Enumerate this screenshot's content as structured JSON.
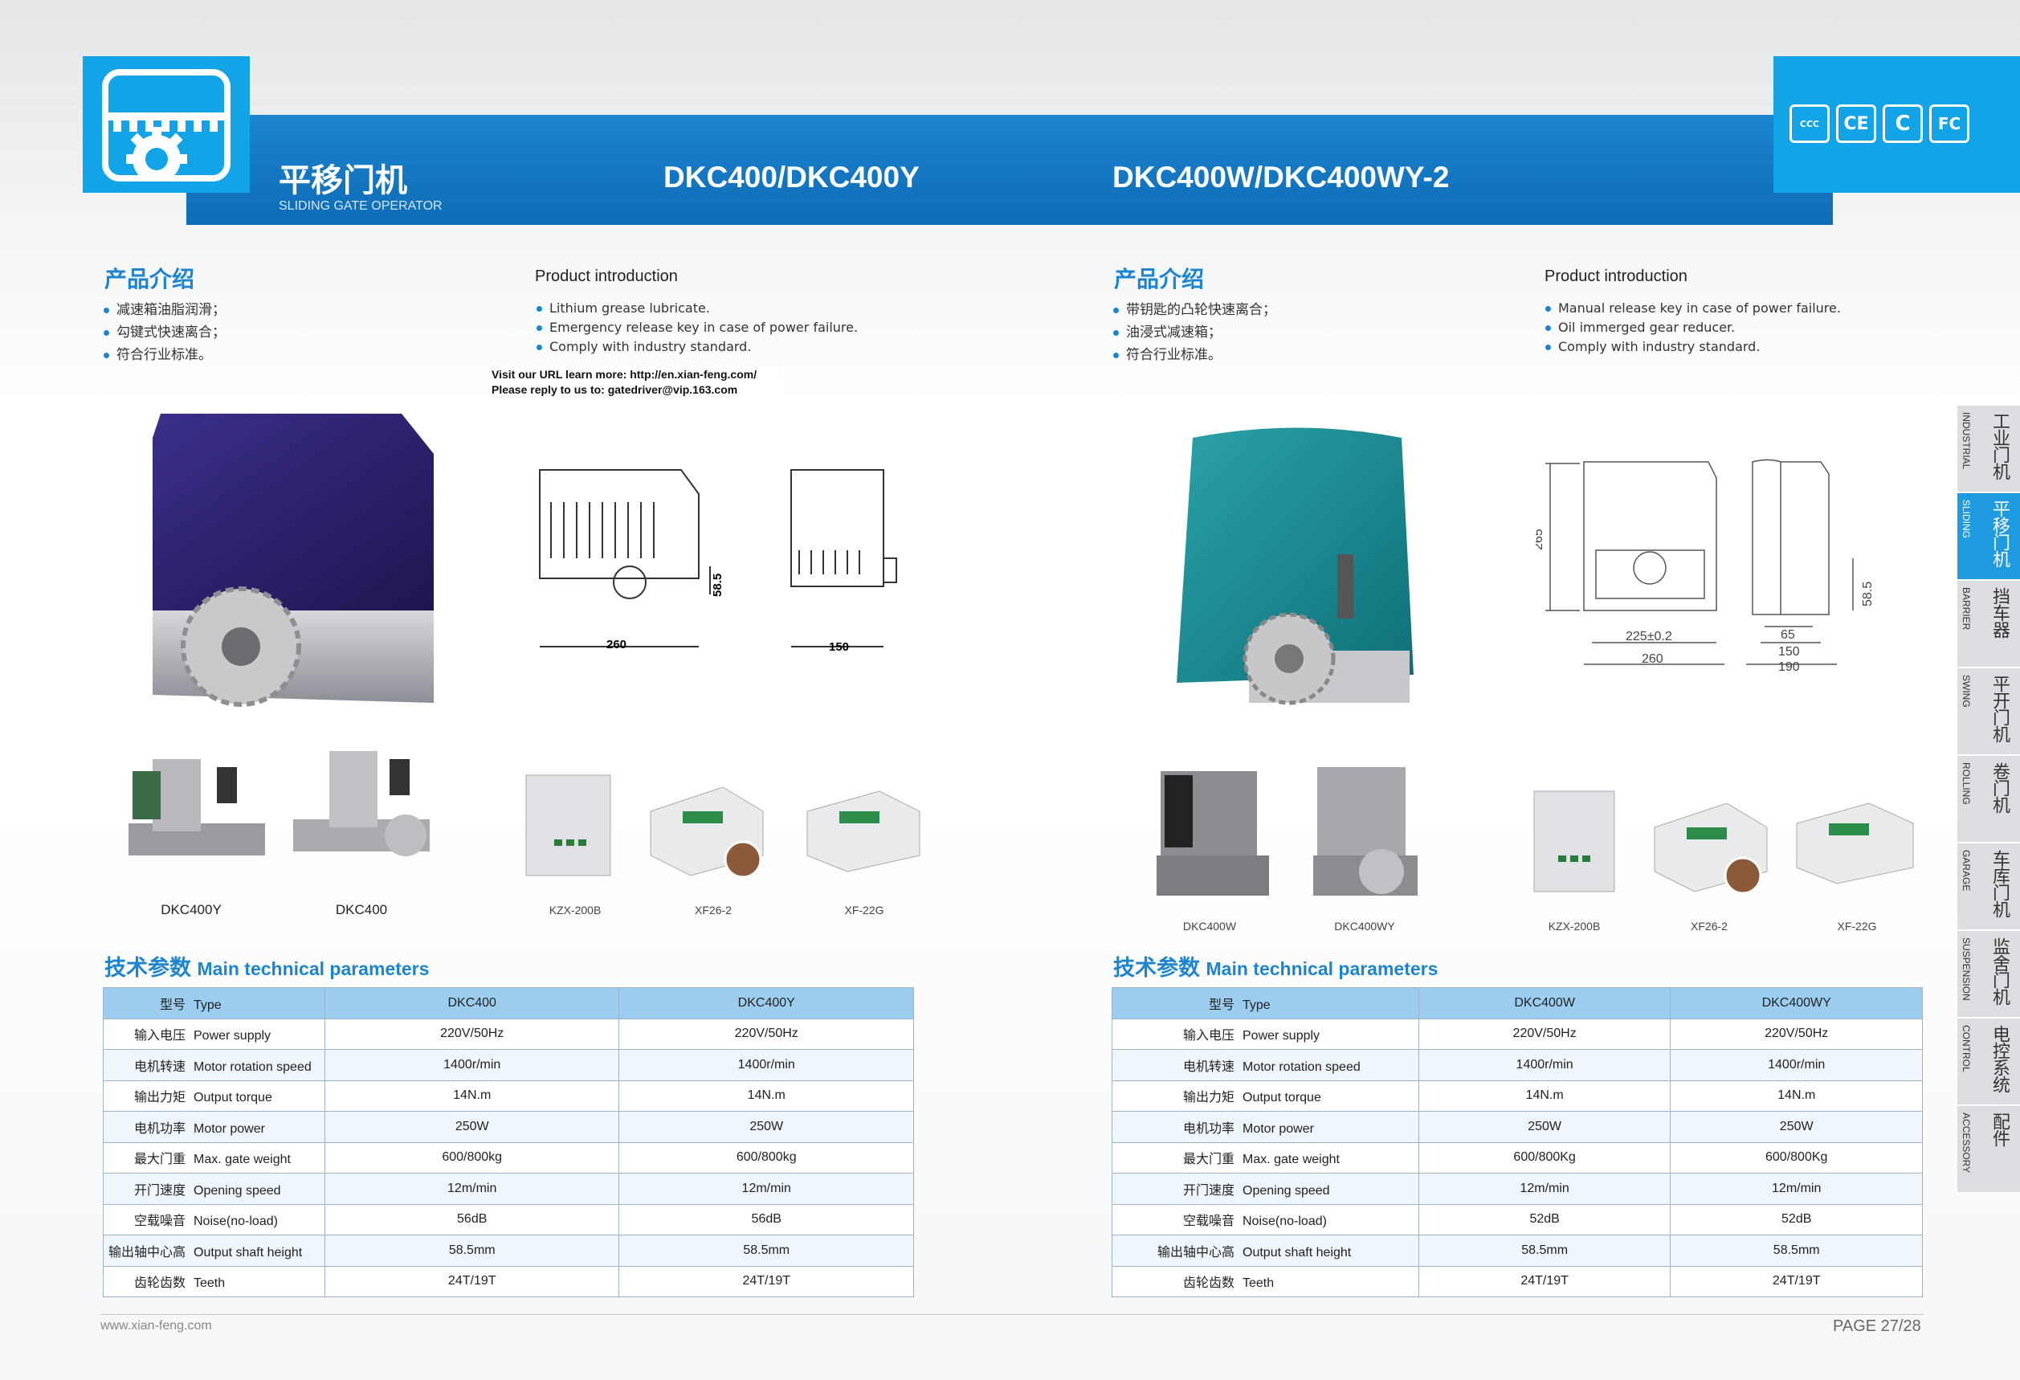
{
  "header": {
    "title_cn": "平移门机",
    "title_en": "SLIDING GATE OPERATOR",
    "model_left": "DKC400/DKC400Y",
    "model_right": "DKC400W/DKC400WY-2",
    "cert_icons": [
      "ccc-icon",
      "ce-icon",
      "c-tick-icon",
      "fc-icon"
    ],
    "accent": "#1b84cf"
  },
  "left": {
    "intro_cn_title": "产品介绍",
    "intro_cn": [
      "减速箱油脂润滑；",
      "勾键式快速离合；",
      "符合行业标准。"
    ],
    "intro_en_title": "Product introduction",
    "intro_en": [
      "Lithium grease lubricate.",
      "Emergency release key in case of power failure.",
      "Comply with industry standard."
    ],
    "visit_line1": "Visit our URL learn more: http://en.xian-feng.com/",
    "visit_line2": "Please reply to us to: gatedriver@vip.163.com",
    "dim_a": "260",
    "dim_b": "150",
    "dim_h": "58.5",
    "captions": {
      "m1": "DKC400Y",
      "m2": "DKC400",
      "c1": "KZX-200B",
      "c2": "XF26-2",
      "c3": "XF-22G"
    }
  },
  "right": {
    "intro_cn_title": "产品介绍",
    "intro_cn": [
      "带钥匙的凸轮快速离合；",
      "油浸式减速箱；",
      "符合行业标准。"
    ],
    "intro_en_title": "Product introduction",
    "intro_en": [
      "Manual release key in case of power failure.",
      "Oil immerged gear reducer.",
      "Comply with industry standard."
    ],
    "dim_265": "265",
    "dim_225": "225±0.2",
    "dim_260": "260",
    "dim_65": "65",
    "dim_150": "150",
    "dim_190": "190",
    "dim_585": "58.5",
    "captions": {
      "m1": "DKC400W",
      "m2": "DKC400WY",
      "c1": "KZX-200B",
      "c2": "XF26-2",
      "c3": "XF-22G"
    }
  },
  "params_title_cn": "技术参数",
  "params_title_en": "Main technical parameters",
  "table_left": {
    "header": {
      "cn": "型号",
      "en": "Type",
      "c1": "DKC400",
      "c2": "DKC400Y"
    },
    "rows": [
      {
        "cn": "输入电压",
        "en": "Power supply",
        "v1": "220V/50Hz",
        "v2": "220V/50Hz"
      },
      {
        "cn": "电机转速",
        "en": "Motor rotation speed",
        "v1": "1400r/min",
        "v2": "1400r/min"
      },
      {
        "cn": "输出力矩",
        "en": "Output torque",
        "v1": "14N.m",
        "v2": "14N.m"
      },
      {
        "cn": "电机功率",
        "en": "Motor power",
        "v1": "250W",
        "v2": "250W"
      },
      {
        "cn": "最大门重",
        "en": "Max. gate weight",
        "v1": "600/800kg",
        "v2": "600/800kg"
      },
      {
        "cn": "开门速度",
        "en": "Opening speed",
        "v1": "12m/min",
        "v2": "12m/min"
      },
      {
        "cn": "空载噪音",
        "en": "Noise(no-load)",
        "v1": "56dB",
        "v2": "56dB"
      },
      {
        "cn": "输出轴中心高",
        "en": "Output shaft height",
        "v1": "58.5mm",
        "v2": "58.5mm"
      },
      {
        "cn": "齿轮齿数",
        "en": "Teeth",
        "v1": "24T/19T",
        "v2": "24T/19T"
      }
    ]
  },
  "table_right": {
    "header": {
      "cn": "型号",
      "en": "Type",
      "c1": "DKC400W",
      "c2": "DKC400WY"
    },
    "rows": [
      {
        "cn": "输入电压",
        "en": "Power supply",
        "v1": "220V/50Hz",
        "v2": "220V/50Hz"
      },
      {
        "cn": "电机转速",
        "en": "Motor rotation speed",
        "v1": "1400r/min",
        "v2": "1400r/min"
      },
      {
        "cn": "输出力矩",
        "en": "Output torque",
        "v1": "14N.m",
        "v2": "14N.m"
      },
      {
        "cn": "电机功率",
        "en": "Motor power",
        "v1": "250W",
        "v2": "250W"
      },
      {
        "cn": "最大门重",
        "en": "Max. gate weight",
        "v1": "600/800Kg",
        "v2": "600/800Kg"
      },
      {
        "cn": "开门速度",
        "en": "Opening speed",
        "v1": "12m/min",
        "v2": "12m/min"
      },
      {
        "cn": "空载噪音",
        "en": "Noise(no-load)",
        "v1": "52dB",
        "v2": "52dB"
      },
      {
        "cn": "输出轴中心高",
        "en": "Output shaft height",
        "v1": "58.5mm",
        "v2": "58.5mm"
      },
      {
        "cn": "齿轮齿数",
        "en": "Teeth",
        "v1": "24T/19T",
        "v2": "24T/19T"
      }
    ]
  },
  "side_tabs": [
    {
      "cn": "工业门机",
      "en": "INDUSTRIAL",
      "active": false
    },
    {
      "cn": "平移门机",
      "en": "SLIDING",
      "active": true
    },
    {
      "cn": "挡车器",
      "en": "BARRIER",
      "active": false
    },
    {
      "cn": "平开门机",
      "en": "SWING",
      "active": false
    },
    {
      "cn": "卷门机",
      "en": "ROLLING",
      "active": false
    },
    {
      "cn": "车库门机",
      "en": "GARAGE",
      "active": false
    },
    {
      "cn": "监舍门机",
      "en": "SUSPENSION",
      "active": false
    },
    {
      "cn": "电控系统",
      "en": "CONTROL",
      "active": false
    },
    {
      "cn": "配件",
      "en": "ACCESSORY",
      "active": false
    }
  ],
  "footer": {
    "url": "www.xian-feng.com",
    "page": "PAGE 27/28"
  }
}
